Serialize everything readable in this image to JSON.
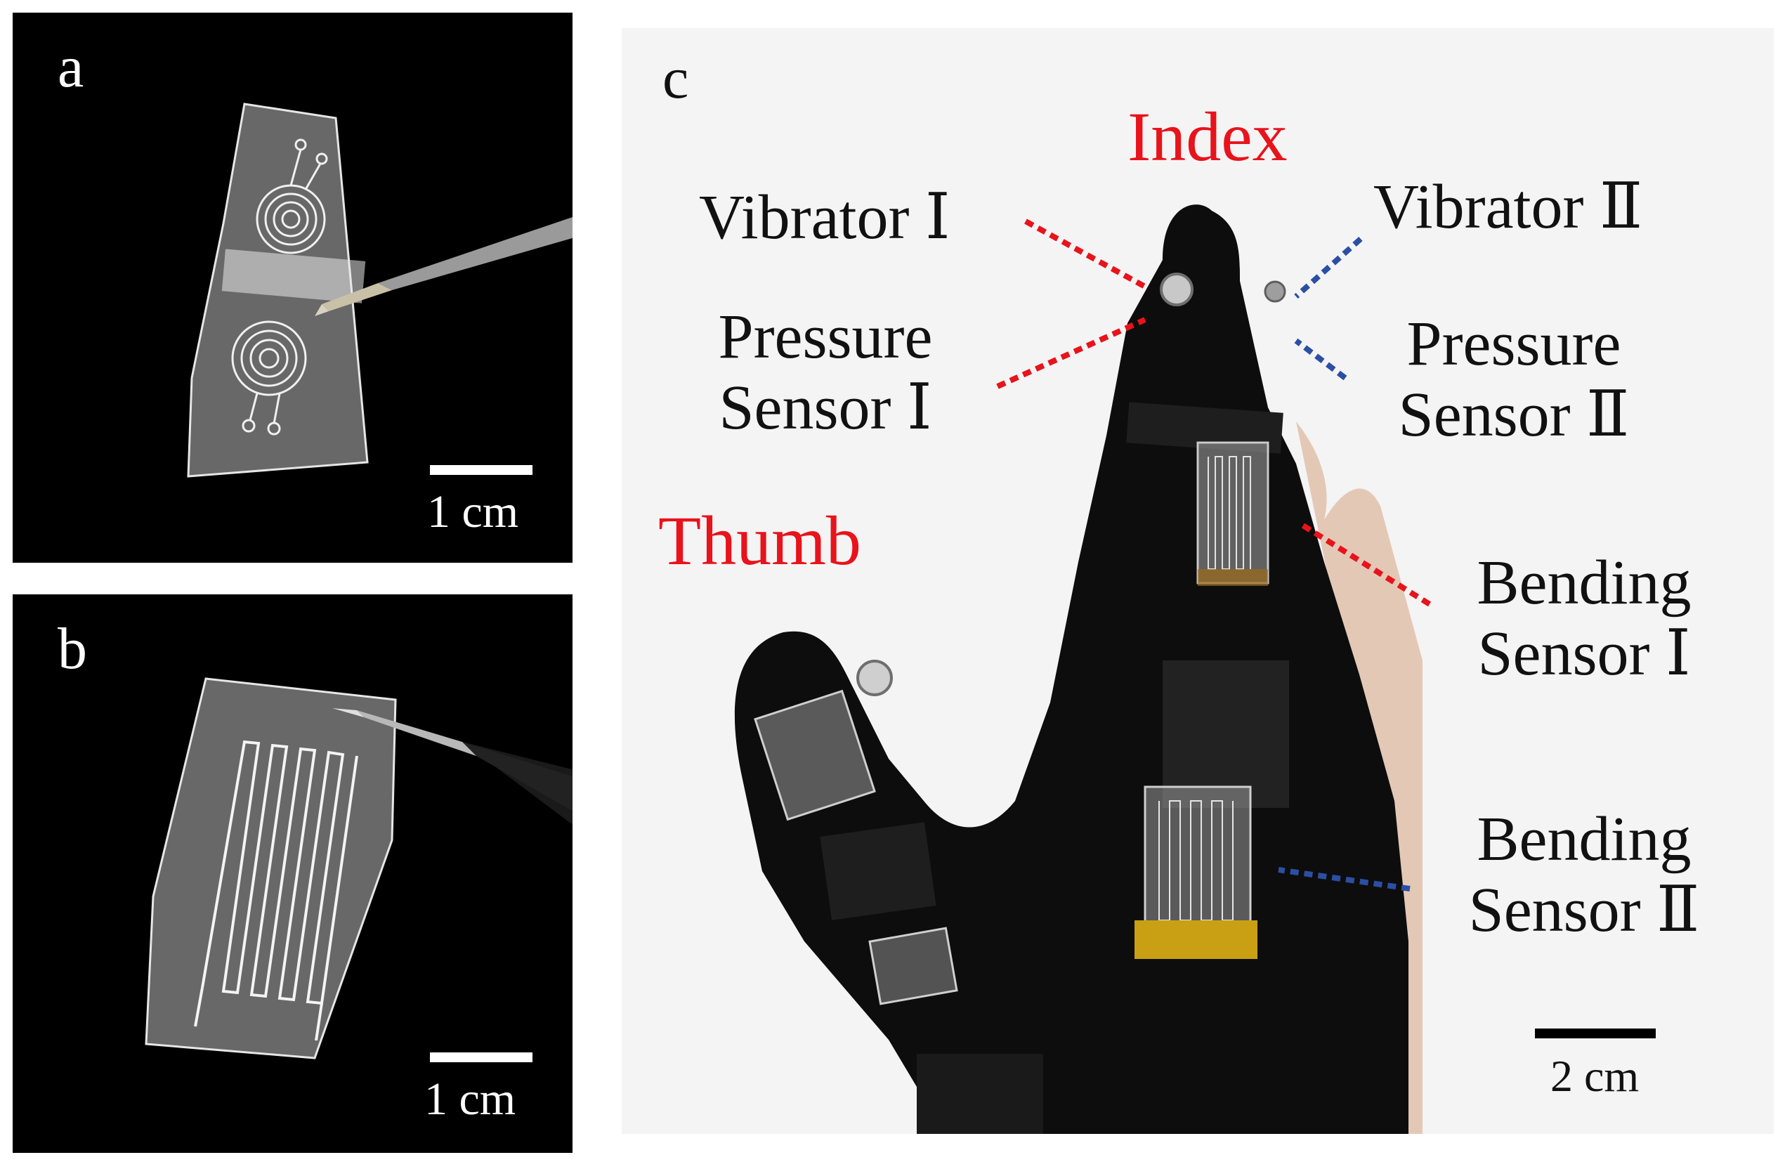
{
  "panels": {
    "a": {
      "label": "a",
      "scale_bar": "1 cm",
      "background": "#000000",
      "pattern": "spiral-electrode-pressure-sensor"
    },
    "b": {
      "label": "b",
      "scale_bar": "1 cm",
      "background": "#000000",
      "pattern": "serpentine-bending-sensor"
    },
    "c": {
      "label": "c",
      "scale_bar": "2 cm",
      "background": "#f4f4f4",
      "finger_labels": {
        "index": "Index",
        "thumb": "Thumb"
      },
      "annotations": {
        "vibrator_1": "Vibrator Ⅰ",
        "vibrator_2": "Vibrator Ⅱ",
        "pressure_1_line1": "Pressure",
        "pressure_1_line2": "Sensor Ⅰ",
        "pressure_2_line1": "Pressure",
        "pressure_2_line2": "Sensor Ⅱ",
        "bending_1_line1": "Bending",
        "bending_1_line2": "Sensor Ⅰ",
        "bending_2_line1": "Bending",
        "bending_2_line2": "Sensor Ⅱ"
      }
    }
  },
  "colors": {
    "label_red": "#e8131b",
    "leader_red": "#e8131b",
    "leader_blue": "#2b4fa3",
    "glove": "#0d0d0d"
  }
}
